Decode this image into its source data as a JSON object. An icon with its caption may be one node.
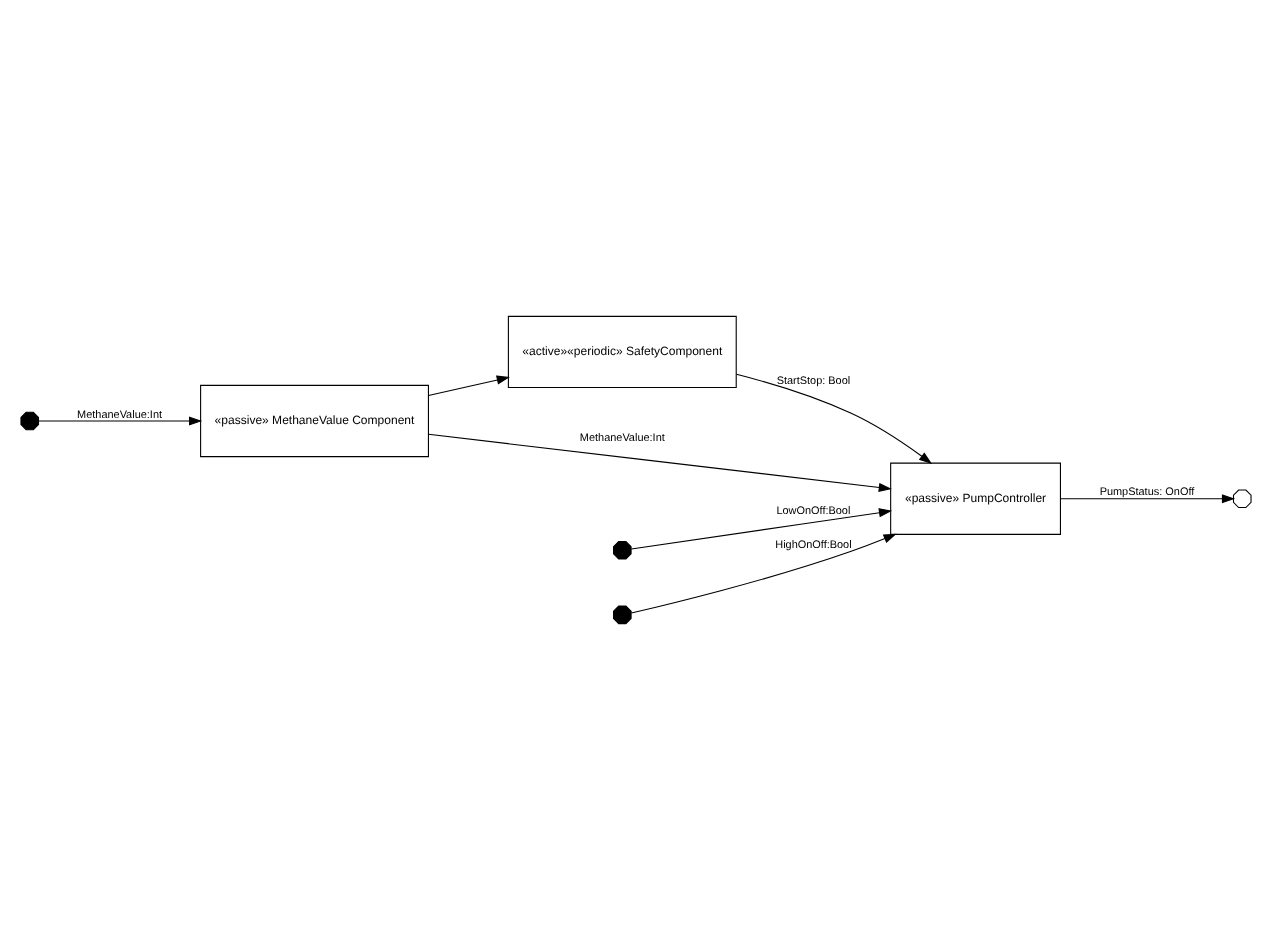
{
  "diagram": {
    "nodes": [
      {
        "text": [
          "«active»«periodic» SafetyComponent"
        ]
      },
      {
        "text": [
          "«passive» PumpController"
        ]
      },
      {
        "text": [
          "«passive» MethaneValue Component"
        ]
      },
      {
        "text": [],
        "shape": "octagon"
      },
      {
        "text": [],
        "shape": "octagon"
      },
      {
        "text": [],
        "shape": "octagon"
      },
      {
        "text": [],
        "shape": "octagon"
      }
    ],
    "edges": [
      {
        "from": 3,
        "to": 1,
        "arrow": "to",
        "label": "LowOnOff:Bool"
      },
      {
        "from": 4,
        "to": 1,
        "arrow": "to",
        "label": "HighOnOff:Bool"
      },
      {
        "from": 0,
        "to": 1,
        "arrow": "to",
        "label": "StartStop: Bool"
      },
      {
        "from": 1,
        "to": 6,
        "arrow": "to",
        "label": "PumpStatus: OnOff"
      },
      {
        "from": 2,
        "to": 0,
        "arrow": "to"
      },
      {
        "from": 2,
        "to": 1,
        "arrow": "to",
        "label": "MethaneValue:Int"
      },
      {
        "from": 5,
        "to": 2,
        "arrow": "to",
        "label": "MethaneValue:Int"
      }
    ]
  }
}
